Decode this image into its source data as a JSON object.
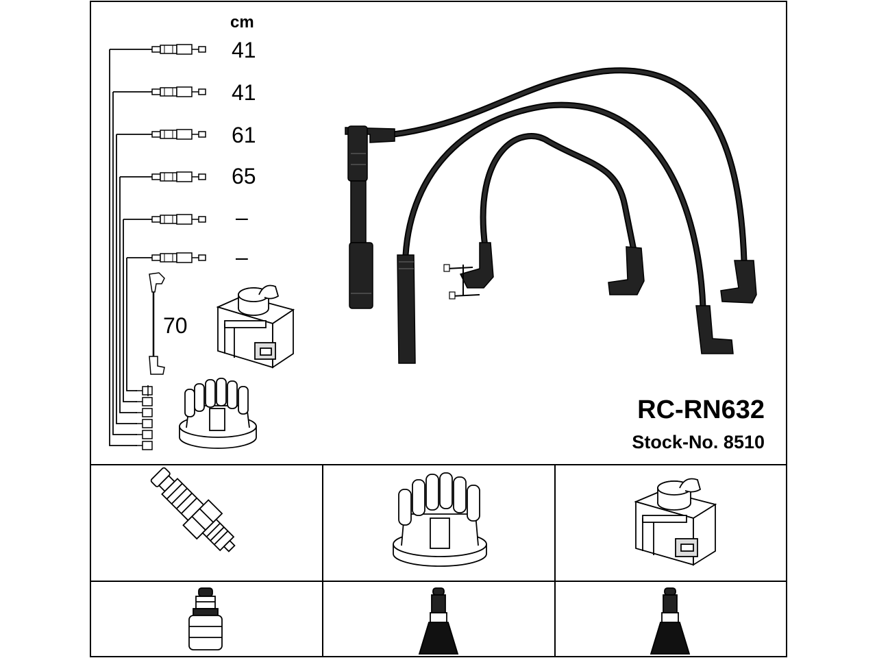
{
  "header": {
    "unit": "cm"
  },
  "lengths": [
    "41",
    "41",
    "61",
    "65",
    "–",
    "–"
  ],
  "coil_lead_length": "70",
  "product": {
    "model": "RC-RN632",
    "stock": "Stock-No. 8510"
  },
  "bottom_panels": [
    {
      "top": "spark-plug-icon",
      "bottom": "plug-terminal-icon"
    },
    {
      "top": "distributor-cap-icon",
      "bottom": "cap-terminal-icon"
    },
    {
      "top": "ignition-coil-icon",
      "bottom": "coil-terminal-icon"
    }
  ],
  "colors": {
    "line": "#000000",
    "wire": "#2a2a2a",
    "background": "#ffffff"
  }
}
